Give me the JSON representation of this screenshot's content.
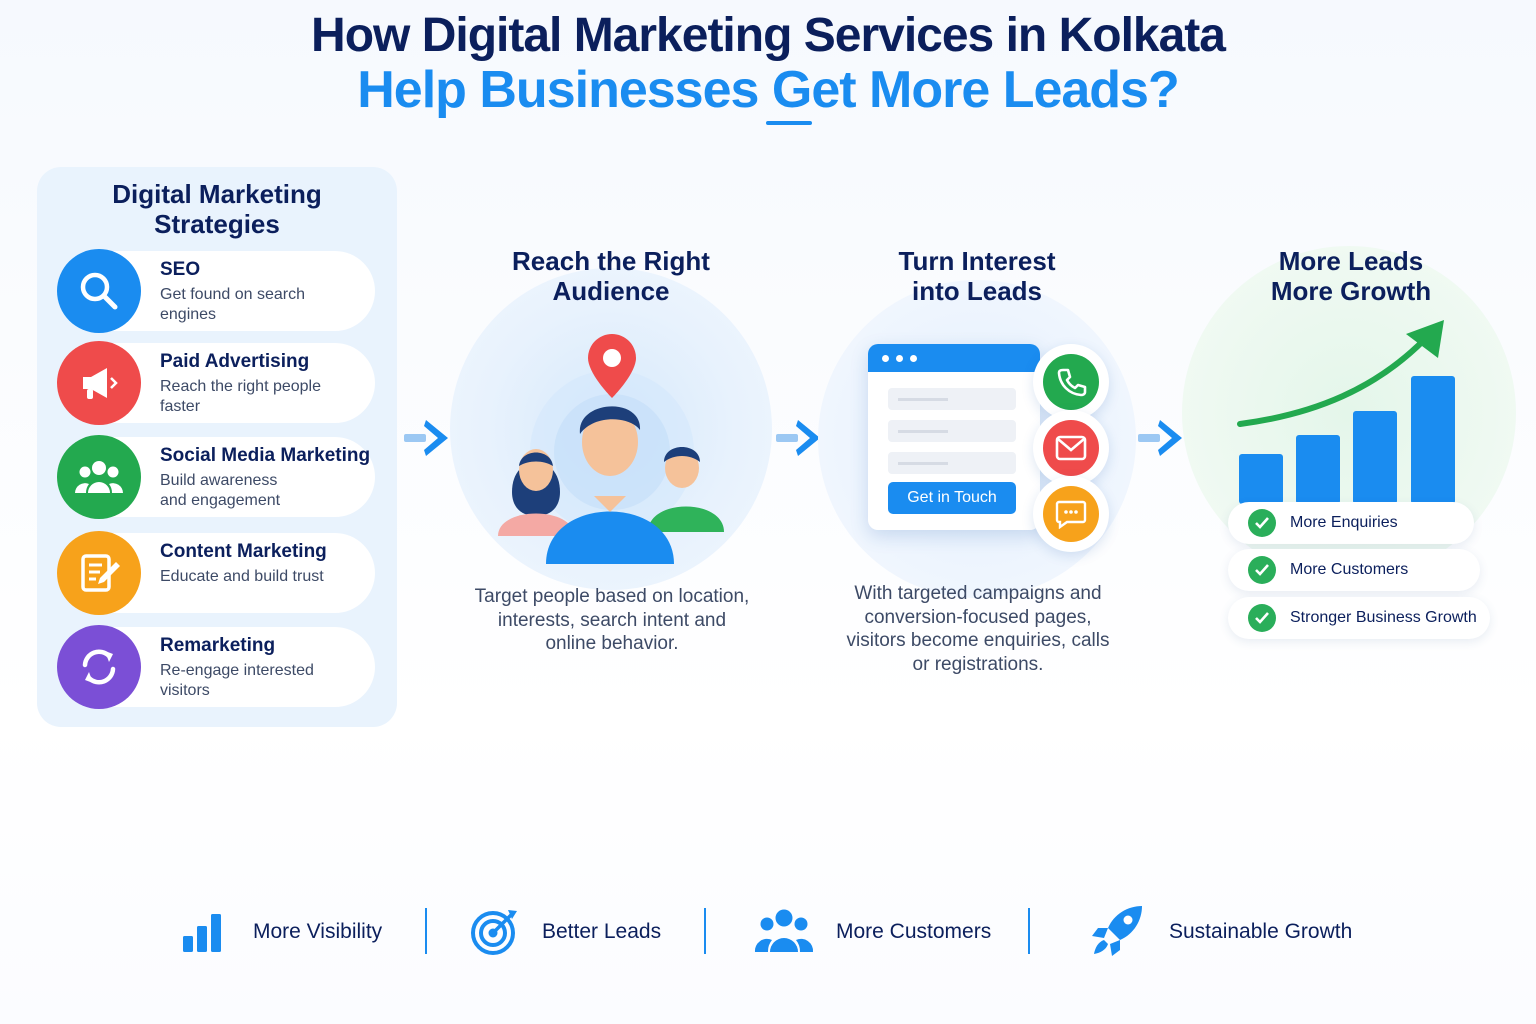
{
  "header": {
    "line1": "How Digital Marketing Services in Kolkata",
    "line2": "Help Businesses Get More Leads?"
  },
  "strategies": {
    "title": "Digital Marketing Strategies",
    "items": [
      {
        "title": "SEO",
        "desc": "Get found on search engines",
        "color": "#1a8cf0"
      },
      {
        "title": "Paid Advertising",
        "desc": "Reach the right people faster",
        "color": "#ef4b4b"
      },
      {
        "title": "Social Media Marketing",
        "desc": "Build awareness and engagement",
        "color": "#23a94f"
      },
      {
        "title": "Content Marketing",
        "desc": "Educate and build trust",
        "color": "#f7a21b"
      },
      {
        "title": "Remarketing",
        "desc": "Re-engage interested visitors",
        "color": "#7b4fd6"
      }
    ]
  },
  "audience": {
    "title": "Reach the Right Audience",
    "desc": "Target people based on location, interests, search intent and online behavior."
  },
  "leads": {
    "title": "Turn Interest into Leads",
    "button": "Get in Touch",
    "desc": "With targeted campaigns and conversion-focused pages, visitors become enquiries, calls or registrations."
  },
  "growth": {
    "title": "More Leads More Growth",
    "results": [
      "More Enquiries",
      "More Customers",
      "Stronger Business Growth"
    ]
  },
  "benefits": [
    "More Visibility",
    "Better Leads",
    "More Customers",
    "Sustainable Growth"
  ],
  "colors": {
    "navy": "#0b1f5c",
    "blue": "#1a8cf0",
    "green": "#23a94f"
  }
}
